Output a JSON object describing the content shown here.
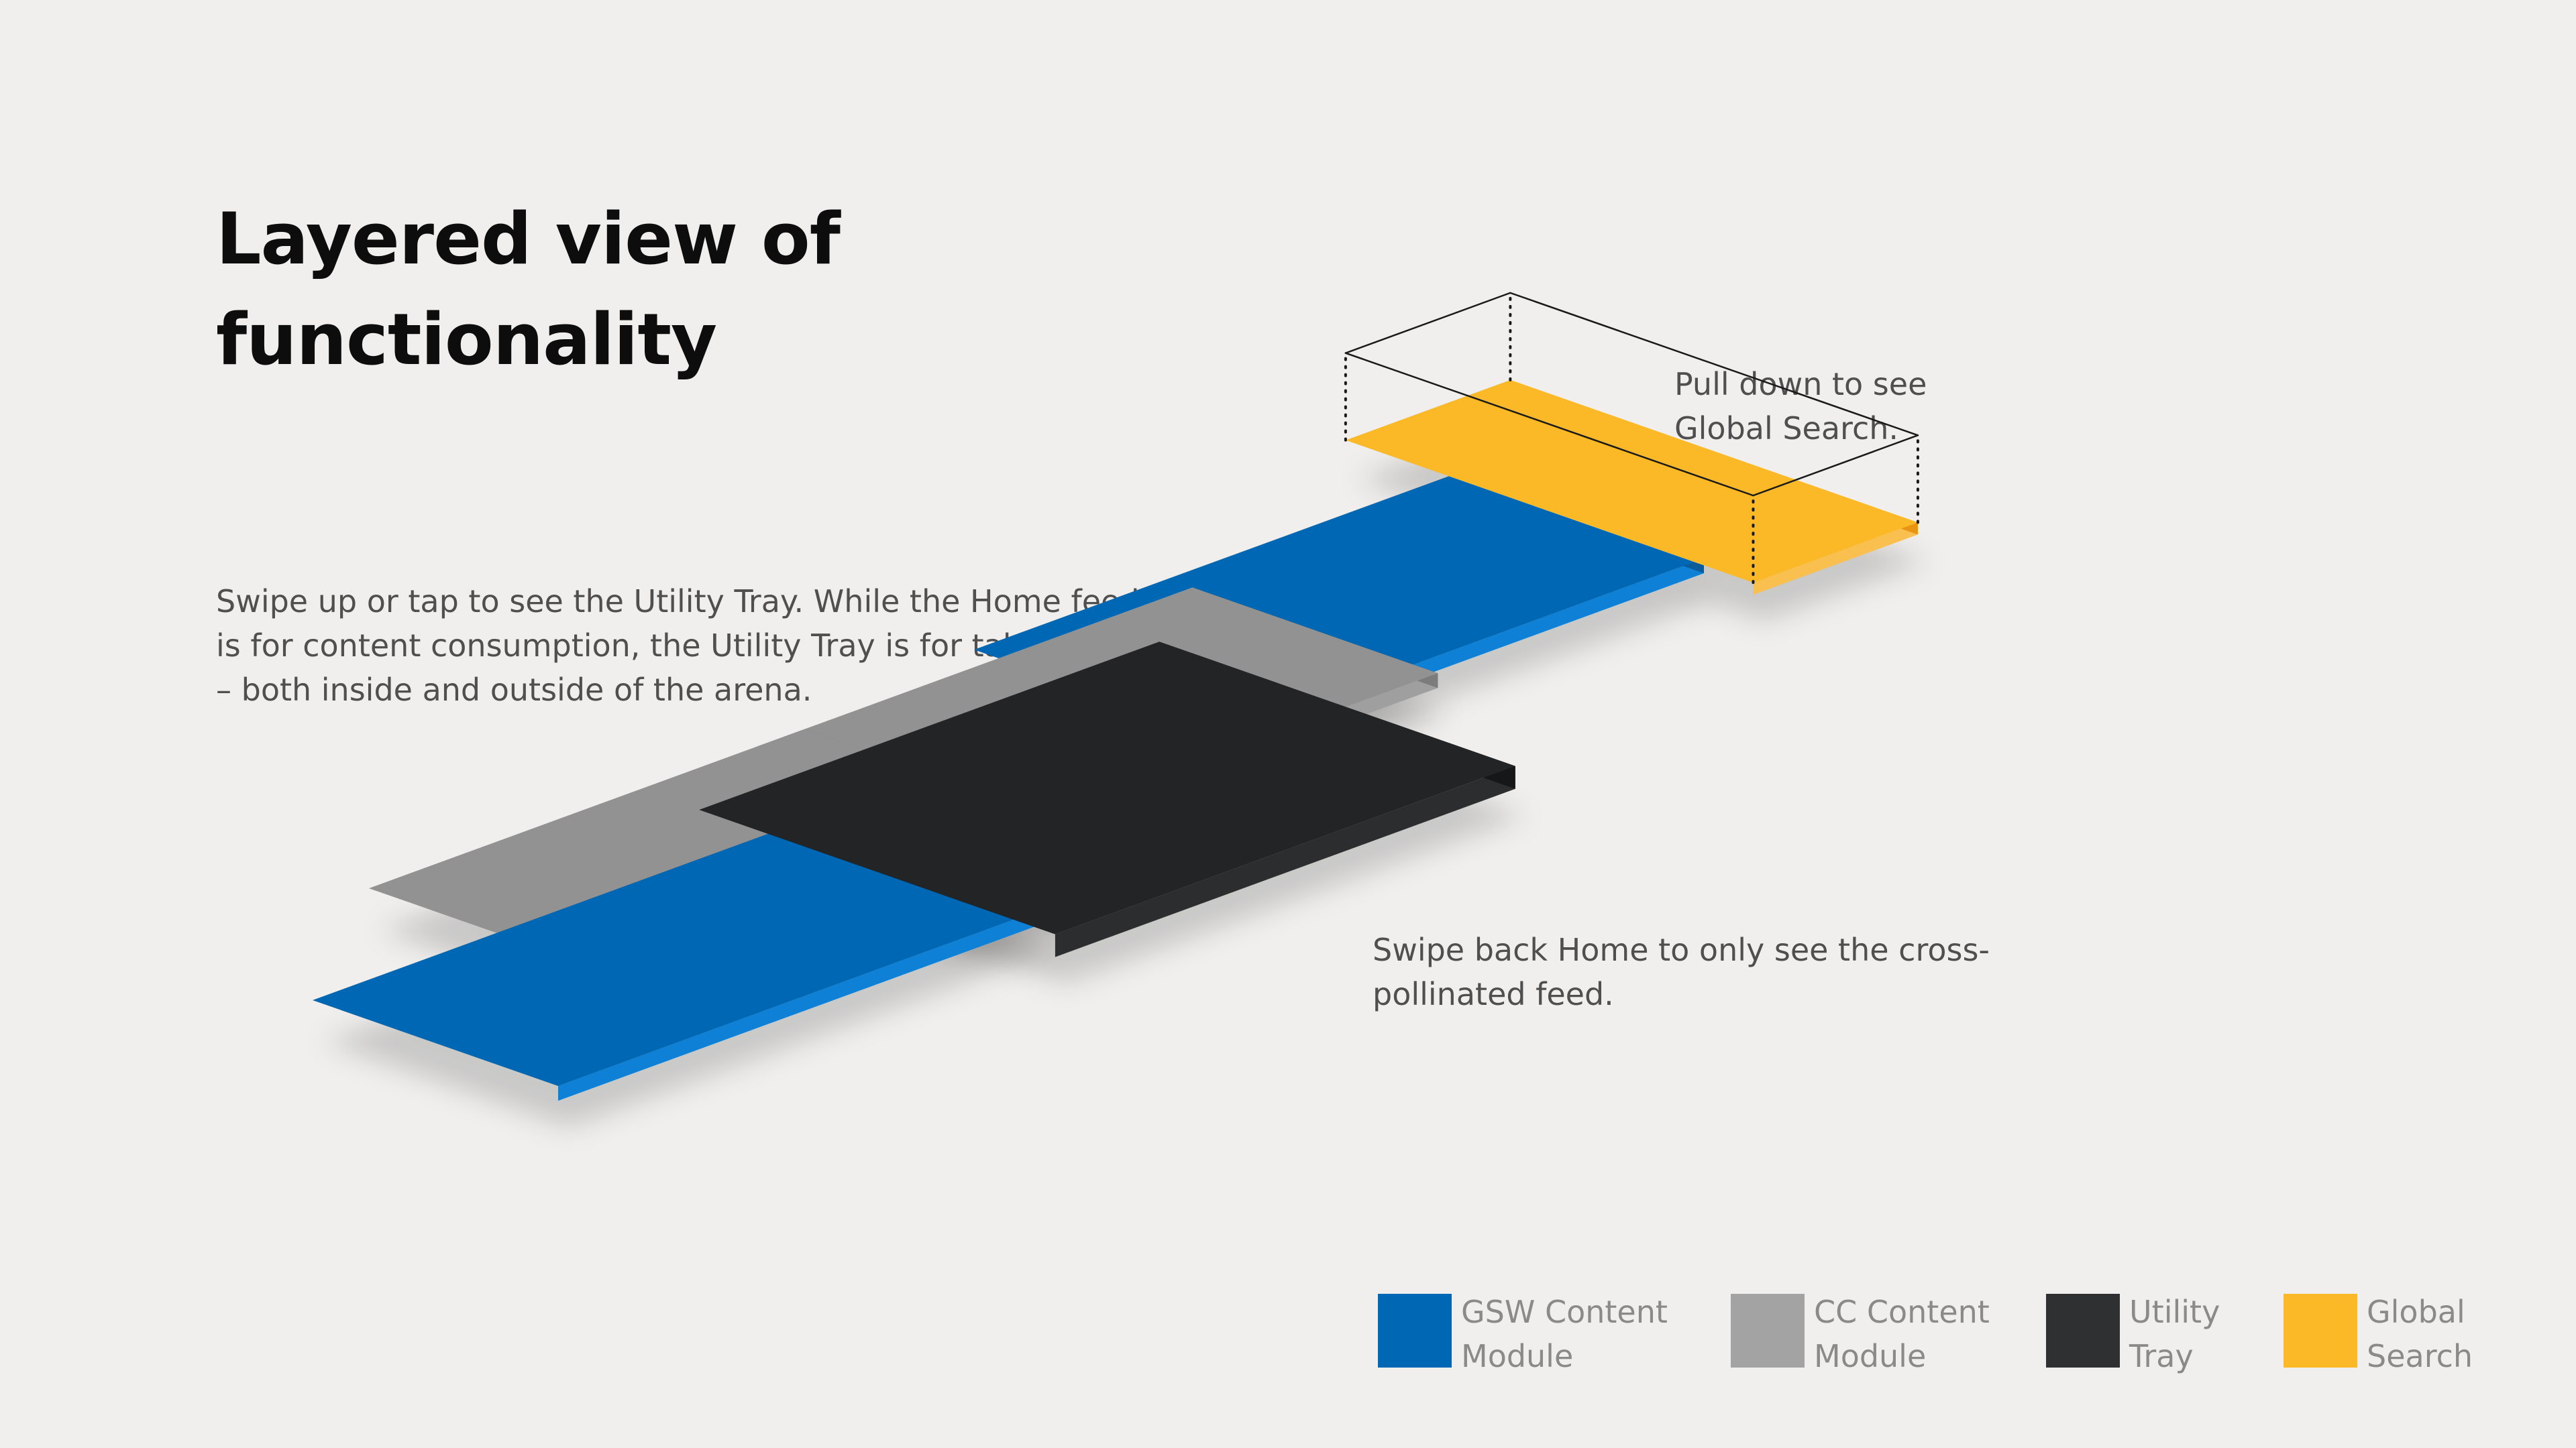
{
  "title_lines": [
    "Layered view of",
    "functionality"
  ],
  "notes": {
    "utility_tray": [
      "Swipe up or tap to see the Utility Tray. While the Home feed",
      "is for content consumption, the Utility Tray is for taking action",
      "– both inside and outside of the arena."
    ],
    "global_search": [
      "Pull down to see",
      "Global Search."
    ],
    "home": [
      "Swipe back Home to only see the cross-",
      "pollinated feed."
    ]
  },
  "legend": [
    {
      "lines": [
        "GSW Content",
        "Module"
      ],
      "color": "#0067b4"
    },
    {
      "lines": [
        "CC Content",
        "Module"
      ],
      "color": "#a3a3a3"
    },
    {
      "lines": [
        "Utility",
        "Tray"
      ],
      "color": "#2f3032"
    },
    {
      "lines": [
        "Global",
        "Search"
      ],
      "color": "#fbb927"
    }
  ],
  "colors": {
    "gsw_top": "#0067b4",
    "gsw_left": "#0e80d6",
    "gsw_right": "#0a5c9b",
    "cc_top": "#929292",
    "cc_left": "#9f9f9f",
    "cc_right": "#7c7c7c",
    "tray_top": "#232426",
    "tray_left": "#2c2d2f",
    "tray_right": "#161718",
    "search_top": "#fbb927",
    "search_left": "#f9c050",
    "search_right": "#e99511",
    "outline": "#1a1a1a"
  }
}
